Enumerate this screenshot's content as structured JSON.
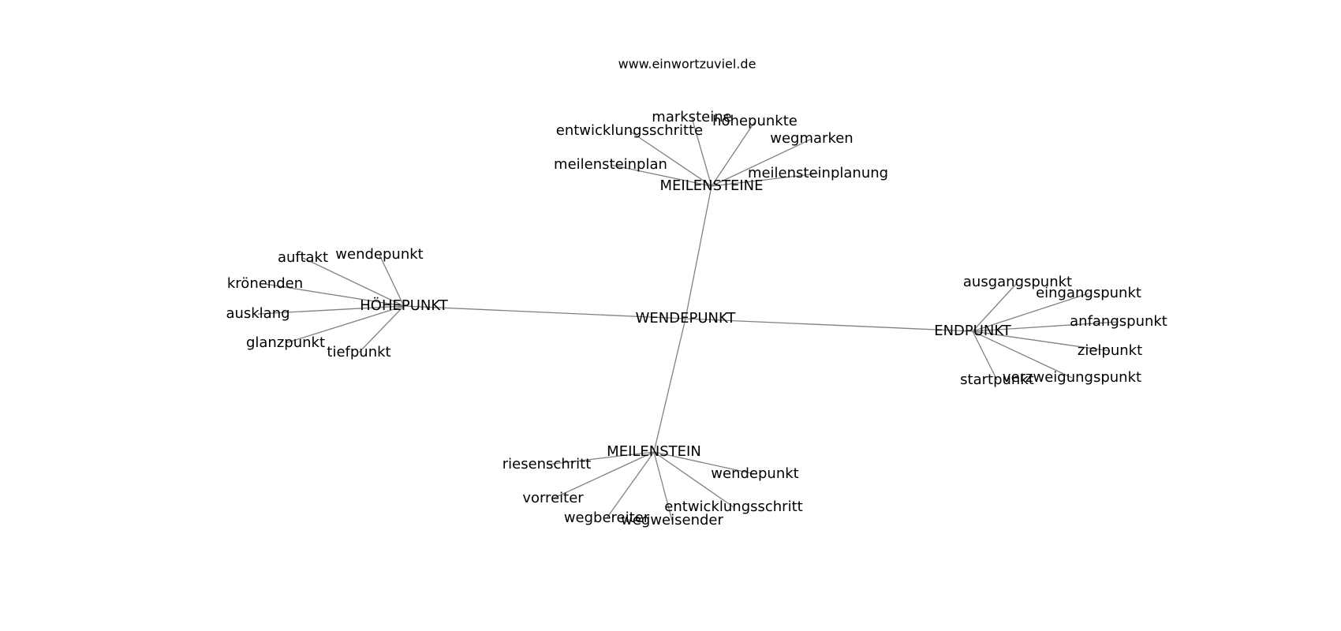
{
  "source": "www.einwortzuviel.de",
  "colors": {
    "edge": "#808080",
    "text": "#000000",
    "background": "#ffffff"
  },
  "graph": {
    "center": "WENDEPUNKT",
    "nodes": [
      {
        "id": "center",
        "label": "WENDEPUNKT"
      },
      {
        "id": "meilensteine",
        "label": "MEILENSTEINE"
      },
      {
        "id": "hoehepunkt",
        "label": "HÖHEPUNKT"
      },
      {
        "id": "endpunkt",
        "label": "ENDPUNKT"
      },
      {
        "id": "meilenstein",
        "label": "MEILENSTEIN"
      },
      {
        "id": "ms-marksteine",
        "label": "marksteine"
      },
      {
        "id": "ms-hoehepunkte",
        "label": "höhepunkte"
      },
      {
        "id": "ms-entwicklungsschritte",
        "label": "entwicklungsschritte"
      },
      {
        "id": "ms-wegmarken",
        "label": "wegmarken"
      },
      {
        "id": "ms-meilensteinplan",
        "label": "meilensteinplan"
      },
      {
        "id": "ms-meilensteinplanung",
        "label": "meilensteinplanung"
      },
      {
        "id": "hp-auftakt",
        "label": "auftakt"
      },
      {
        "id": "hp-wendepunkt",
        "label": "wendepunkt"
      },
      {
        "id": "hp-kroenenden",
        "label": "krönenden"
      },
      {
        "id": "hp-ausklang",
        "label": "ausklang"
      },
      {
        "id": "hp-glanzpunkt",
        "label": "glanzpunkt"
      },
      {
        "id": "hp-tiefpunkt",
        "label": "tiefpunkt"
      },
      {
        "id": "ep-ausgangspunkt",
        "label": "ausgangspunkt"
      },
      {
        "id": "ep-eingangspunkt",
        "label": "eingangspunkt"
      },
      {
        "id": "ep-anfangspunkt",
        "label": "anfangspunkt"
      },
      {
        "id": "ep-zielpunkt",
        "label": "zielpunkt"
      },
      {
        "id": "ep-verzweigungspunkt",
        "label": "verzweigungspunkt"
      },
      {
        "id": "ep-startpunkt",
        "label": "startpunkt"
      },
      {
        "id": "m-riesenschritt",
        "label": "riesenschritt"
      },
      {
        "id": "m-wendepunkt",
        "label": "wendepunkt"
      },
      {
        "id": "m-vorreiter",
        "label": "vorreiter"
      },
      {
        "id": "m-wegbereiter",
        "label": "wegbereiter"
      },
      {
        "id": "m-wegweisender",
        "label": "wegweisender"
      },
      {
        "id": "m-entwicklungsschritt",
        "label": "entwicklungsschritt"
      }
    ],
    "edges": [
      [
        "center",
        "meilensteine"
      ],
      [
        "center",
        "hoehepunkt"
      ],
      [
        "center",
        "endpunkt"
      ],
      [
        "center",
        "meilenstein"
      ],
      [
        "meilensteine",
        "ms-marksteine"
      ],
      [
        "meilensteine",
        "ms-hoehepunkte"
      ],
      [
        "meilensteine",
        "ms-entwicklungsschritte"
      ],
      [
        "meilensteine",
        "ms-wegmarken"
      ],
      [
        "meilensteine",
        "ms-meilensteinplan"
      ],
      [
        "meilensteine",
        "ms-meilensteinplanung"
      ],
      [
        "hoehepunkt",
        "hp-auftakt"
      ],
      [
        "hoehepunkt",
        "hp-wendepunkt"
      ],
      [
        "hoehepunkt",
        "hp-kroenenden"
      ],
      [
        "hoehepunkt",
        "hp-ausklang"
      ],
      [
        "hoehepunkt",
        "hp-glanzpunkt"
      ],
      [
        "hoehepunkt",
        "hp-tiefpunkt"
      ],
      [
        "endpunkt",
        "ep-ausgangspunkt"
      ],
      [
        "endpunkt",
        "ep-eingangspunkt"
      ],
      [
        "endpunkt",
        "ep-anfangspunkt"
      ],
      [
        "endpunkt",
        "ep-zielpunkt"
      ],
      [
        "endpunkt",
        "ep-verzweigungspunkt"
      ],
      [
        "endpunkt",
        "ep-startpunkt"
      ],
      [
        "meilenstein",
        "m-riesenschritt"
      ],
      [
        "meilenstein",
        "m-wendepunkt"
      ],
      [
        "meilenstein",
        "m-vorreiter"
      ],
      [
        "meilenstein",
        "m-wegbereiter"
      ],
      [
        "meilenstein",
        "m-wegweisender"
      ],
      [
        "meilenstein",
        "m-entwicklungsschritt"
      ]
    ]
  }
}
